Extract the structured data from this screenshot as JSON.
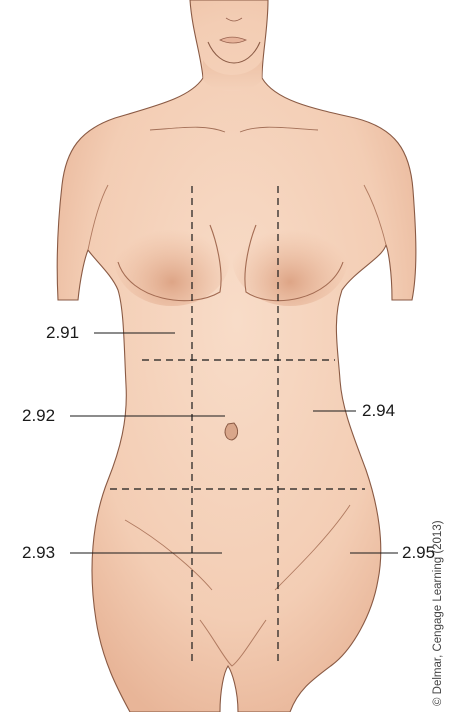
{
  "colors": {
    "skin": "#f4d2bb",
    "skin_shadow": "#e4ab8c",
    "outline": "#8a5a44",
    "guide_line": "#1a1a1a"
  },
  "regions": [
    {
      "id": "upper-left",
      "label": "2.91"
    },
    {
      "id": "middle-left",
      "label": "2.92"
    },
    {
      "id": "lower-left",
      "label": "2.93"
    },
    {
      "id": "middle-right",
      "label": "2.94"
    },
    {
      "id": "lower-right",
      "label": "2.95"
    }
  ],
  "credit": "© Delmar, Cengage Learning (2013)"
}
